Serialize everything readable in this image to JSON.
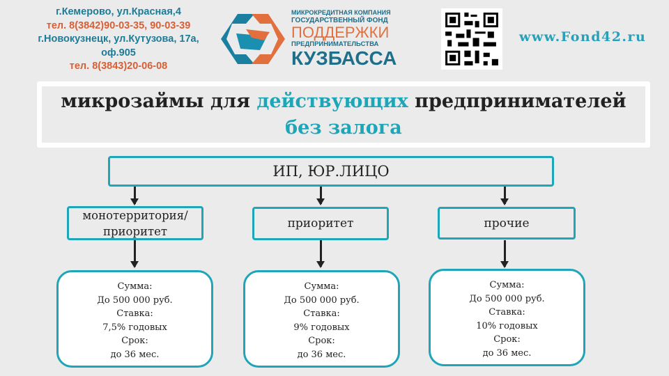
{
  "header": {
    "address_lines": [
      {
        "text": "г.Кемерово, ул.Красная,4",
        "color": "#1d7b96"
      },
      {
        "text": "тел. 8(3842)90-03-35, 90-03-39",
        "color": "#d85f35"
      },
      {
        "text": "г.Новокузнецк, ул.Кутузова, 17а,",
        "color": "#1d7b96"
      },
      {
        "text": "оф.905",
        "color": "#1d7b96"
      },
      {
        "text": "тел. 8(3843)20-06-08",
        "color": "#d85f35"
      }
    ],
    "logo": {
      "line1": "МИКРОКРЕДИТНАЯ КОМПАНИЯ",
      "line2": "ГОСУДАРСТВЕННЫЙ ФОНД",
      "line3": "ПОДДЕРЖКИ",
      "line4": "ПРЕДПРИНИМАТЕЛЬСТВА",
      "line5": "КУЗБАССА"
    },
    "url": "www.Fond42.ru"
  },
  "title": {
    "part1": "микрозаймы для ",
    "highlight": "действующих",
    "part2": " предпринимателей",
    "line2": "без залога"
  },
  "root": "ИП, ЮР.ЛИЦО",
  "branches": [
    {
      "label": "монотерритория/ приоритет",
      "sum_label": "Сумма:",
      "sum": "До 500 000 руб.",
      "rate_label": "Ставка:",
      "rate": "7,5% годовых",
      "term_label": "Срок:",
      "term": "до 36 мес."
    },
    {
      "label": "приоритет",
      "sum_label": "Сумма:",
      "sum": "До 500 000 руб.",
      "rate_label": "Ставка:",
      "rate": "9% годовых",
      "term_label": "Срок:",
      "term": "до 36 мес."
    },
    {
      "label": "прочие",
      "sum_label": "Сумма:",
      "sum": "До 500 000 руб.",
      "rate_label": "Ставка:",
      "rate": "10% годовых",
      "term_label": "Срок:",
      "term": "до 36 мес."
    }
  ],
  "colors": {
    "teal": "#1ea5b8",
    "orange": "#d85f35",
    "background": "#ebebeb"
  }
}
